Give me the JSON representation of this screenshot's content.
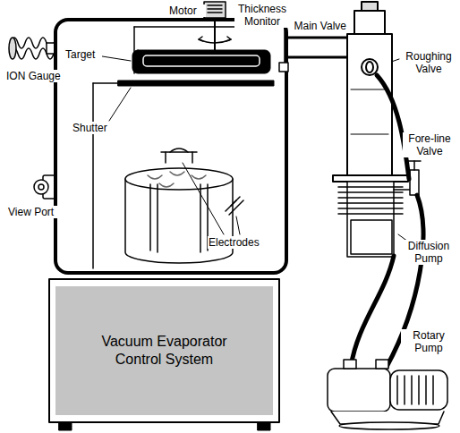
{
  "diagram": {
    "nodes": [
      {
        "text": [
          "Vacuum Evaporator Control System"
        ]
      }
    ],
    "labels": [
      "Motor",
      "Thickness Monitor",
      "Main Valve",
      "Target",
      "Roughing Valve",
      "ION Gauge",
      "Shutter",
      "Fore-line Valve",
      "Diffusion Pump",
      "View Port",
      "Electrodes",
      "Rotary Pump"
    ]
  }
}
